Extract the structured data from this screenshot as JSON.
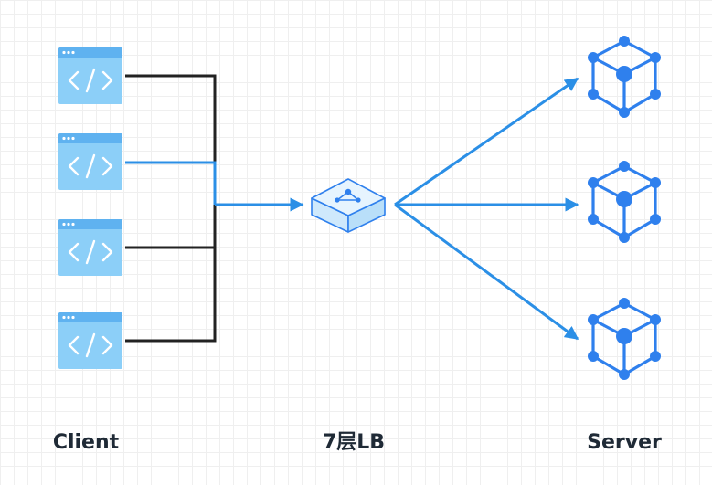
{
  "labels": {
    "client": "Client",
    "load_balancer": "7层LB",
    "server": "Server"
  },
  "colors": {
    "accent_blue": "#2b8fe6",
    "icon_blue": "#2f80ed",
    "client_icon_light": "#8ccff8",
    "client_icon_header": "#5fb2f0",
    "line_dark": "#222222",
    "label_text": "#1f2a36"
  },
  "icons": {
    "client": "code-window-icon",
    "load_balancer": "load-balancer-icon",
    "server": "cube-network-icon"
  },
  "clients": [
    {
      "id": "client-1",
      "active": false
    },
    {
      "id": "client-2",
      "active": true
    },
    {
      "id": "client-3",
      "active": false
    },
    {
      "id": "client-4",
      "active": false
    }
  ],
  "servers": [
    {
      "id": "server-1"
    },
    {
      "id": "server-2"
    },
    {
      "id": "server-3"
    }
  ]
}
